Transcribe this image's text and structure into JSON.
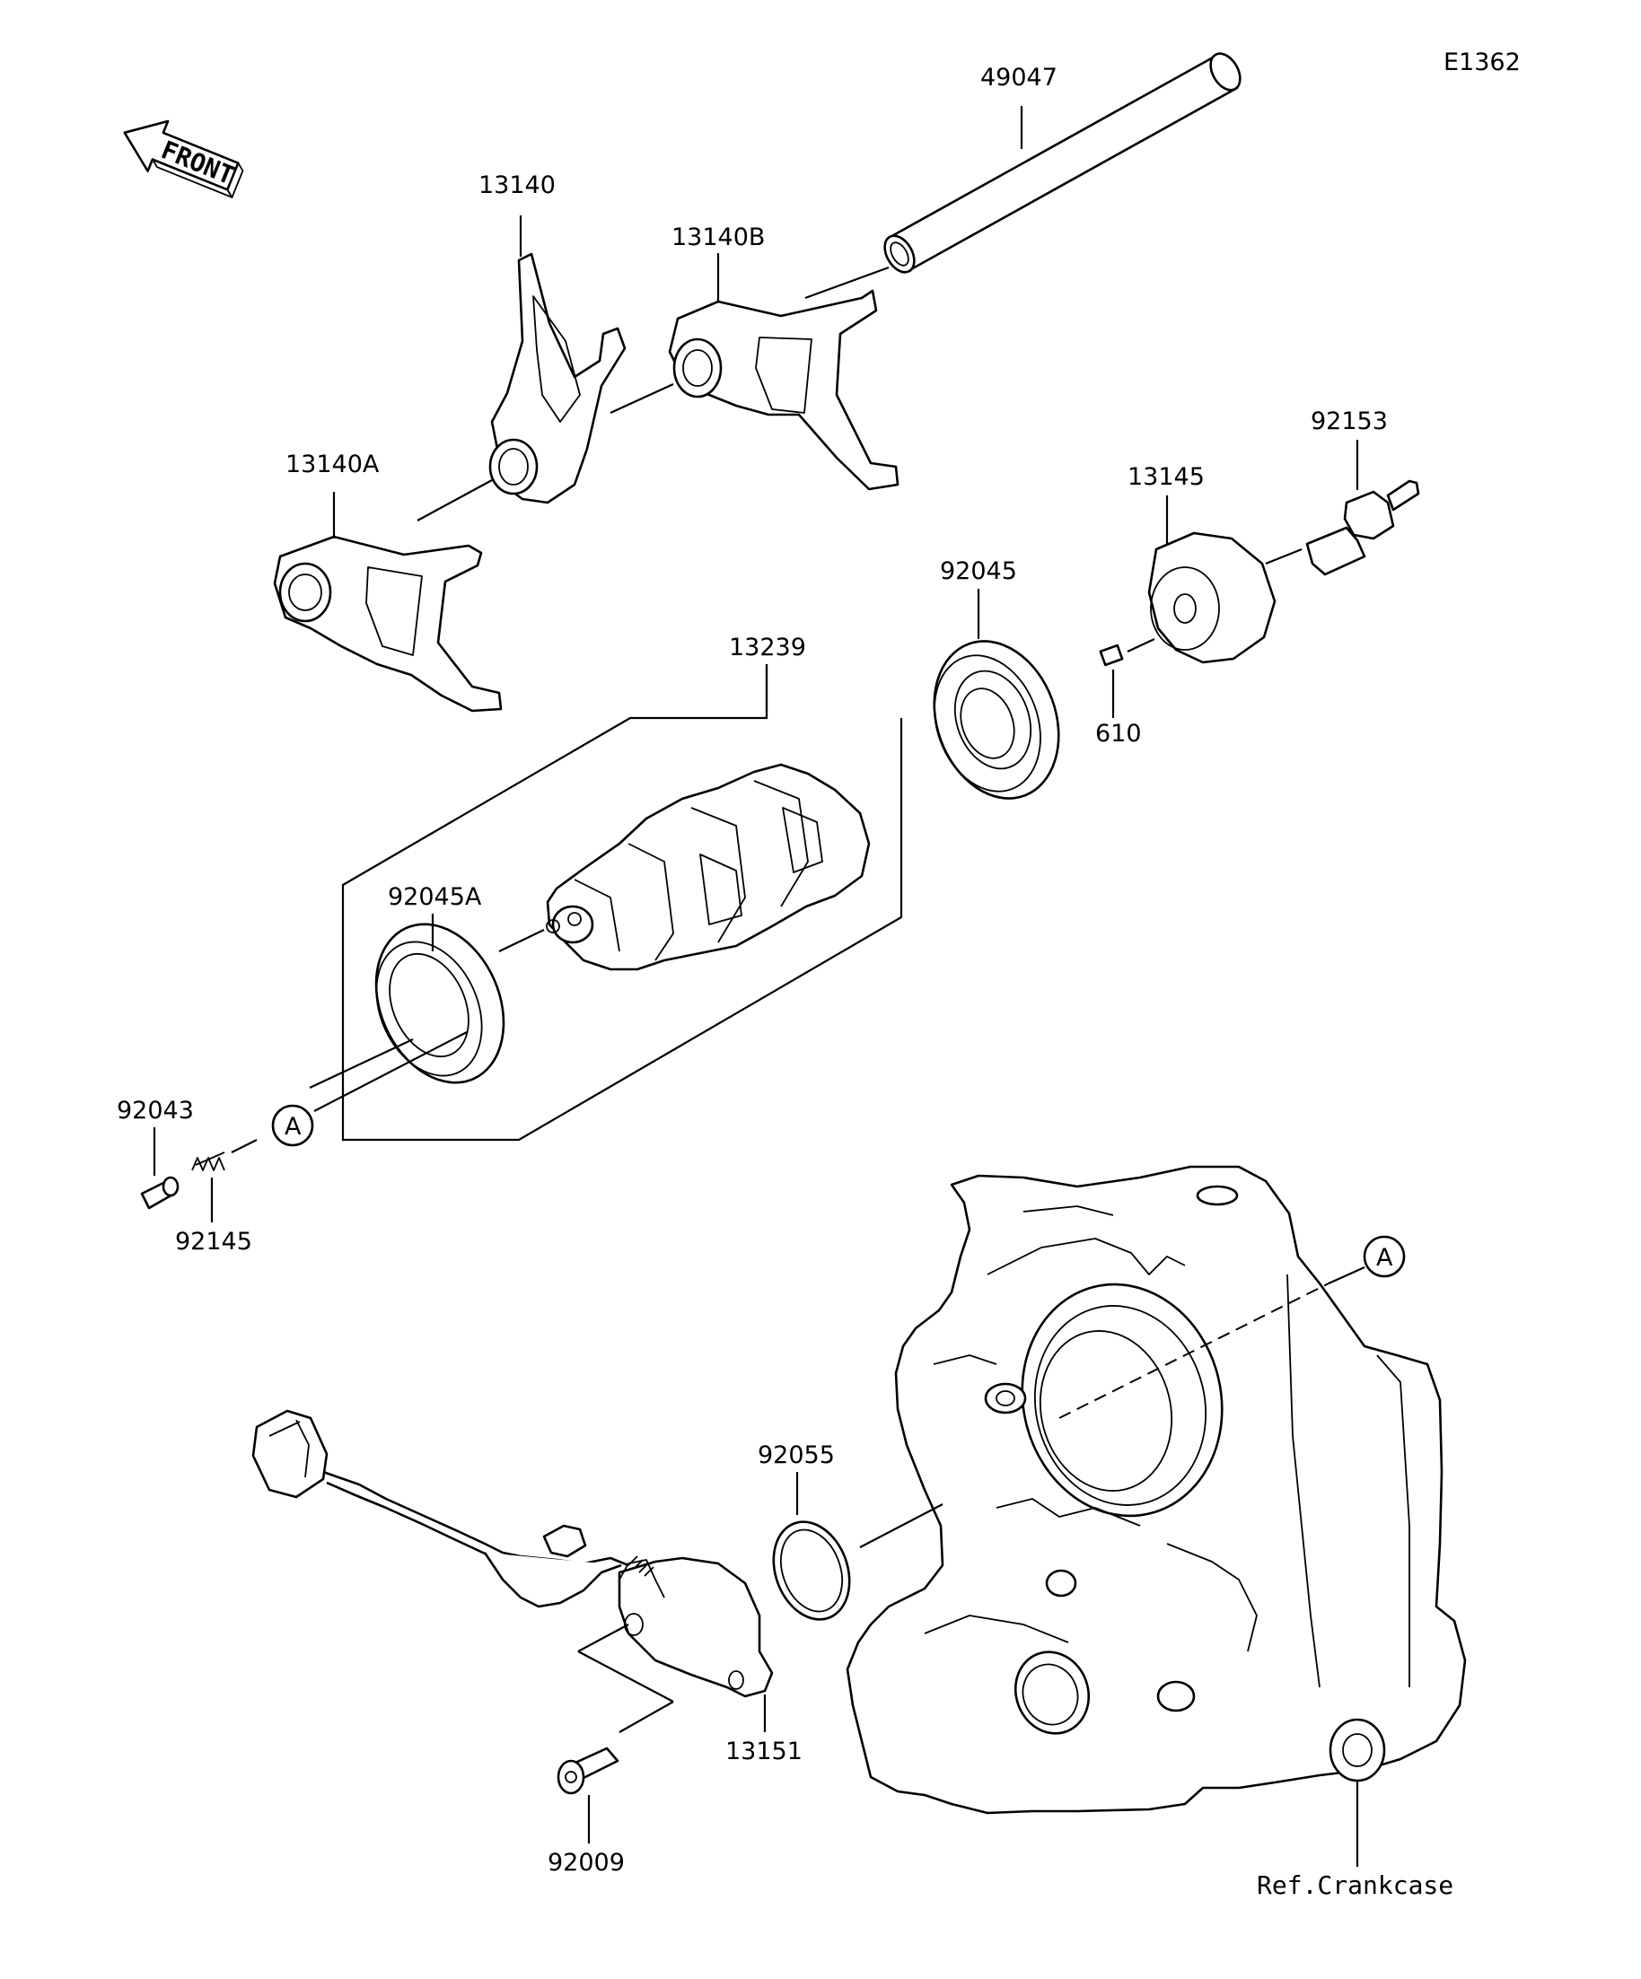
{
  "diagram": {
    "code": "E1362",
    "direction_badge": "FRONT",
    "reference_marker": "A",
    "labels": {
      "p49047": "49047",
      "p13140": "13140",
      "p13140B": "13140B",
      "p13140A": "13140A",
      "p92153": "92153",
      "p13145": "13145",
      "p92045": "92045",
      "p610": "610",
      "p13239": "13239",
      "p92045A": "92045A",
      "p92043": "92043",
      "p92145": "92145",
      "p92055": "92055",
      "p13151": "13151",
      "p92009": "92009",
      "crankcase": "Ref.Crankcase"
    },
    "icons": [
      "front-arrow-icon",
      "circle-a-marker-icon"
    ],
    "colors": {
      "ink": "#000000",
      "paper": "#ffffff"
    }
  }
}
